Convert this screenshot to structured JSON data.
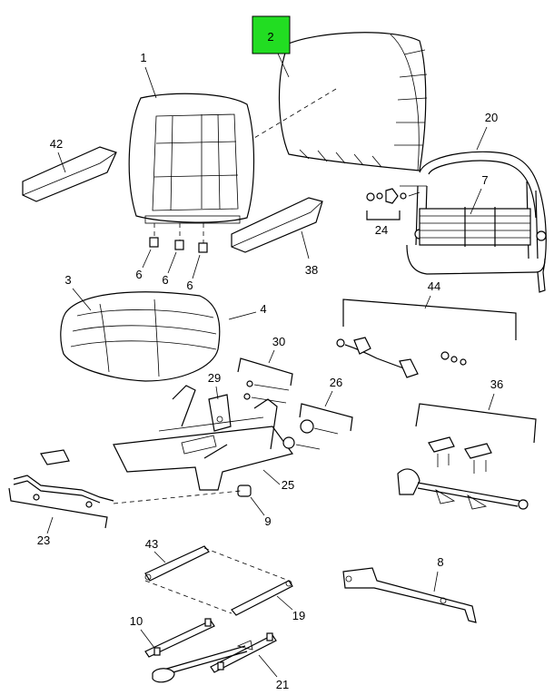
{
  "diagram": {
    "highlight_color": "#22dd22",
    "callouts": {
      "c1": "1",
      "c2": "2",
      "c3": "3",
      "c4": "4",
      "c6a": "6",
      "c6b": "6",
      "c6c": "6",
      "c7": "7",
      "c8": "8",
      "c9": "9",
      "c10": "10",
      "c19": "19",
      "c20": "20",
      "c21": "21",
      "c23": "23",
      "c24": "24",
      "c25": "25",
      "c26": "26",
      "c29": "29",
      "c30": "30",
      "c36": "36",
      "c38": "38",
      "c42": "42",
      "c43": "43",
      "c44": "44"
    }
  }
}
